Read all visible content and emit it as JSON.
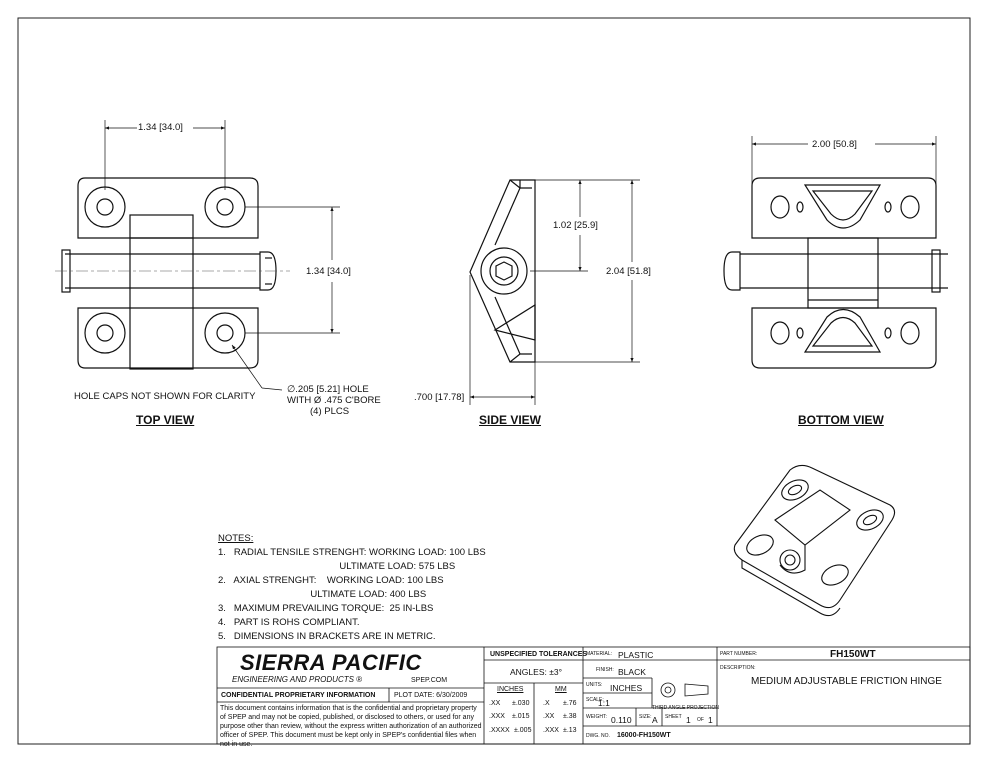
{
  "views": {
    "top": "TOP VIEW",
    "side": "SIDE VIEW",
    "bottom": "BOTTOM VIEW"
  },
  "dimensions": {
    "top_width": "1.34",
    "top_width_metric": "34.0",
    "top_height": "1.34",
    "top_height_metric": "34.0",
    "side_upper": "1.02",
    "side_upper_metric": "25.9",
    "side_total": "2.04",
    "side_total_metric": "51.8",
    "side_depth": ".700",
    "side_depth_metric": "17.78",
    "bottom_width": "2.00",
    "bottom_width_metric": "50.8"
  },
  "hole_note": {
    "line1_prefix": "∅.205",
    "line1_metric": "5.21",
    "line1_suffix": "HOLE",
    "line2": "WITH Ø .475 C'BORE",
    "line3": "(4) PLCS"
  },
  "hole_caps_note": "HOLE CAPS NOT SHOWN FOR CLARITY",
  "notes": {
    "heading": "NOTES:",
    "lines": [
      "1.   RADIAL TENSILE STRENGHT: WORKING LOAD: 100 LBS",
      "                                              ULTIMATE LOAD: 575 LBS",
      "2.   AXIAL STRENGHT:    WORKING LOAD: 100 LBS",
      "                                   ULTIMATE LOAD: 400 LBS",
      "3.   MAXIMUM PREVAILING TORQUE:  25 IN-LBS",
      "4.   PART IS ROHS COMPLIANT.",
      "5.   DIMENSIONS IN BRACKETS ARE IN METRIC."
    ]
  },
  "title_block": {
    "company": "SIERRA PACIFIC",
    "company_sub": "ENGINEERING AND PRODUCTS",
    "registered": "®",
    "website": "SPEP.COM",
    "confidential_header": "CONFIDENTIAL PROPRIETARY INFORMATION",
    "plot_date": "PLOT DATE: 6/30/2009",
    "confidential_text": "This document contains information that is the confidential and proprietary property of SPEP and may not be copied, published, or disclosed to others, or used for any purpose  other than review, without the express written authorization of an authorized officer of SPEP. This document must be kept only in SPEP's confidential files when not in use.",
    "tolerances_header": "UNSPECIFIED TOLERANCES",
    "angles": "ANGLES: ±3°",
    "inches_header": "INCHES",
    "mm_header": "MM",
    "tol_rows": [
      {
        "in_place": ".XX",
        "in_tol": "±.030",
        "mm_place": ".X",
        "mm_tol": "±.76"
      },
      {
        "in_place": ".XXX",
        "in_tol": "±.015",
        "mm_place": ".XX",
        "mm_tol": "±.38"
      },
      {
        "in_place": ".XXXX",
        "in_tol": "±.005",
        "mm_place": ".XXX",
        "mm_tol": "±.13"
      }
    ],
    "material_label": "MATERIAL:",
    "material": "PLASTIC",
    "finish_label": "FINISH:",
    "finish": "BLACK",
    "units_label": "UNITS:",
    "units": "INCHES",
    "scale_label": "SCALE:",
    "scale": "1:1",
    "projection": "THIRD ANGLE PROJECTION",
    "weight_label": "WEIGHT:",
    "weight": "0.110",
    "size_label": "SIZE:",
    "size": "A",
    "sheet_label": "SHEET",
    "sheet_num": "1",
    "sheet_of": "OF",
    "sheet_total": "1",
    "part_number_label": "PART NUMBER:",
    "part_number": "FH150WT",
    "description_label": "DESCRIPTION:",
    "description": "MEDIUM ADJUSTABLE FRICTION HINGE",
    "dwg_no_label": "DWG. NO.",
    "dwg_no": "16000-FH150WT"
  }
}
